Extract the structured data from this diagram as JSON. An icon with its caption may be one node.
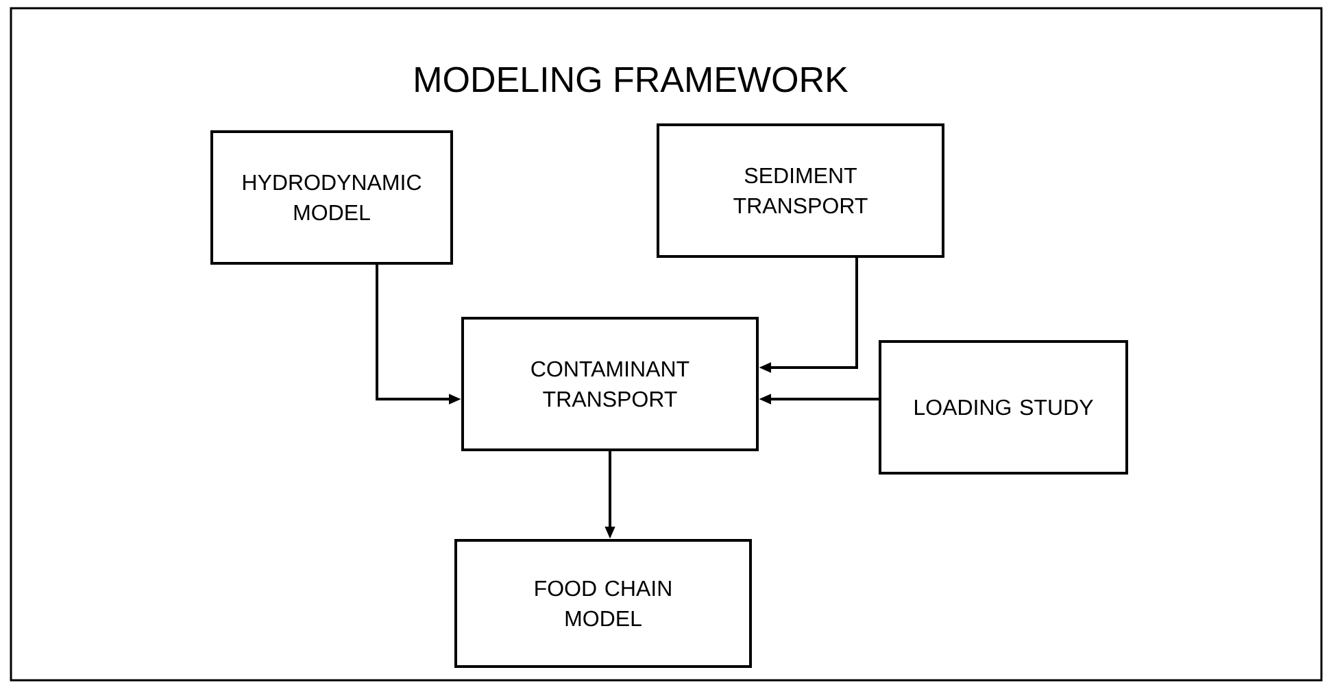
{
  "diagram": {
    "title": "MODELING FRAMEWORK",
    "nodes": [
      {
        "text": [
          "HYDRODYNAMIC MODEL"
        ]
      },
      {
        "text": [
          "SEDIMENT TRANSPORT"
        ]
      },
      {
        "text": [
          "CONTAMINANT TRANSPORT"
        ]
      },
      {
        "text": [
          "LOADING STUDY"
        ]
      },
      {
        "text": [
          "FOOD CHAIN MODEL"
        ]
      }
    ],
    "edges": [
      {
        "from": 0,
        "to": 2,
        "arrow": "to"
      },
      {
        "from": 1,
        "to": 2,
        "arrow": "to"
      },
      {
        "from": 3,
        "to": 2,
        "arrow": "to"
      },
      {
        "from": 2,
        "to": 4,
        "arrow": "to"
      }
    ]
  }
}
